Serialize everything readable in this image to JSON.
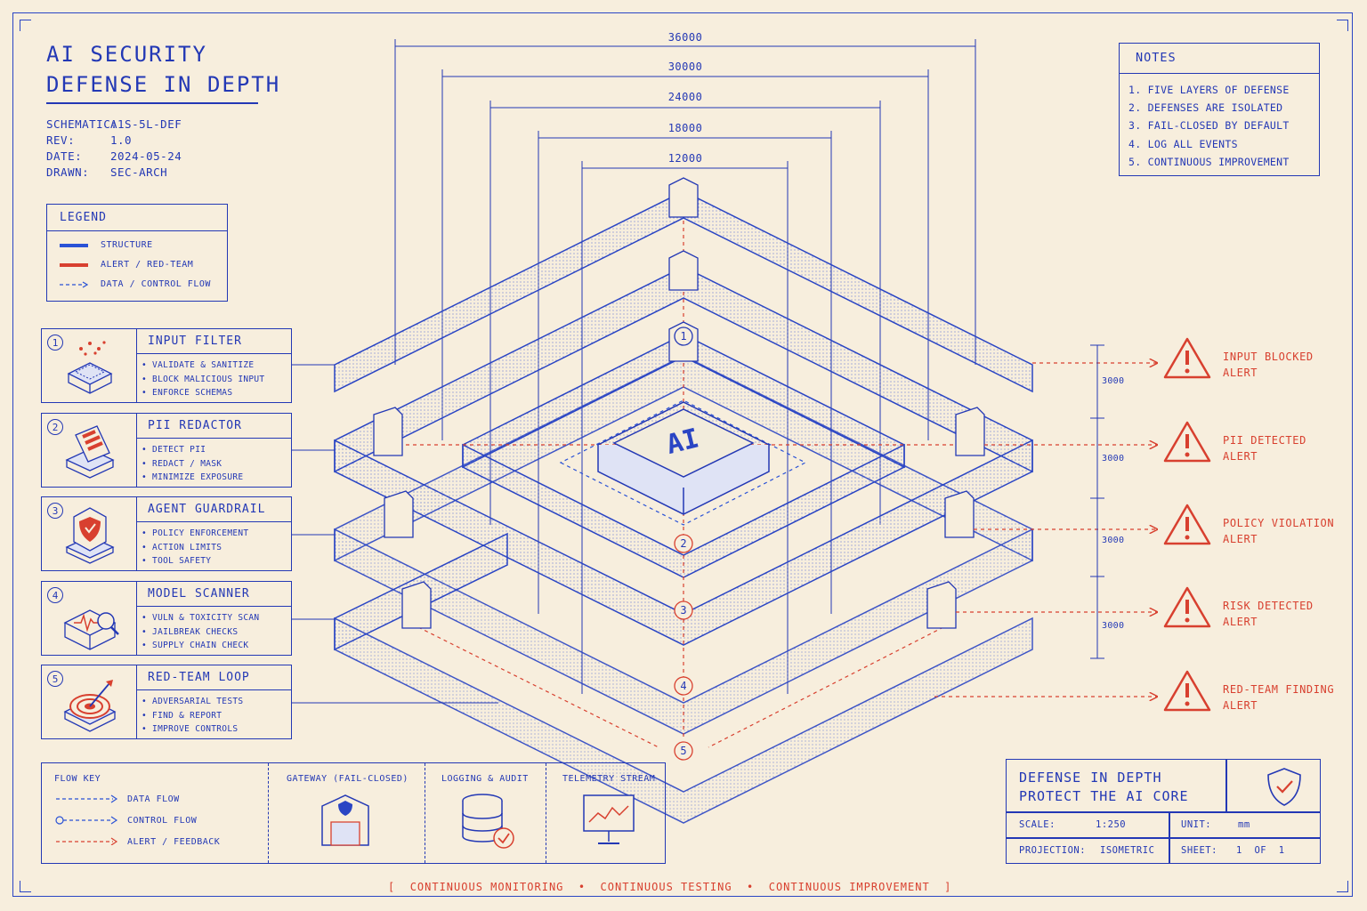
{
  "title": {
    "line1": "AI SECURITY",
    "line2": "DEFENSE IN DEPTH"
  },
  "meta": [
    {
      "key": "SCHEMATIC:",
      "value": "A1S-5L-DEF"
    },
    {
      "key": "REV:",
      "value": "1.0"
    },
    {
      "key": "DATE:",
      "value": "2024-05-24"
    },
    {
      "key": "DRAWN:",
      "value": "SEC-ARCH"
    }
  ],
  "legend": {
    "heading": "LEGEND",
    "items": [
      "STRUCTURE",
      "ALERT / RED-TEAM",
      "DATA / CONTROL FLOW"
    ],
    "colors": {
      "structure": "#2a52d6",
      "alert": "#d8402f",
      "flow": "#2a52d6"
    }
  },
  "layers": [
    {
      "num": "1",
      "name": "INPUT FILTER",
      "icon": "input-filter-icon",
      "bullets": [
        "VALIDATE & SANITIZE",
        "BLOCK MALICIOUS INPUT",
        "ENFORCE SCHEMAS"
      ]
    },
    {
      "num": "2",
      "name": "PII REDACTOR",
      "icon": "pii-redactor-icon",
      "bullets": [
        "DETECT PII",
        "REDACT / MASK",
        "MINIMIZE EXPOSURE"
      ]
    },
    {
      "num": "3",
      "name": "AGENT GUARDRAIL",
      "icon": "shield-icon",
      "bullets": [
        "POLICY ENFORCEMENT",
        "ACTION LIMITS",
        "TOOL SAFETY"
      ]
    },
    {
      "num": "4",
      "name": "MODEL SCANNER",
      "icon": "scanner-icon",
      "bullets": [
        "VULN & TOXICITY SCAN",
        "JAILBREAK CHECKS",
        "SUPPLY CHAIN CHECK"
      ]
    },
    {
      "num": "5",
      "name": "RED-TEAM LOOP",
      "icon": "target-icon",
      "bullets": [
        "ADVERSARIAL TESTS",
        "FIND & REPORT",
        "IMPROVE CONTROLS"
      ]
    }
  ],
  "notes": {
    "heading": "NOTES",
    "items": [
      "1. FIVE LAYERS OF DEFENSE",
      "2. DEFENSES ARE ISOLATED",
      "3. FAIL-CLOSED BY DEFAULT",
      "4. LOG ALL EVENTS",
      "5. CONTINUOUS IMPROVEMENT"
    ]
  },
  "dimensions": {
    "widths": [
      "36000",
      "30000",
      "24000",
      "18000",
      "12000"
    ],
    "heights": [
      "3000",
      "3000",
      "3000",
      "3000"
    ]
  },
  "core_label": "AI",
  "layer_markers": [
    "1",
    "2",
    "3",
    "4",
    "5"
  ],
  "alerts": [
    {
      "line1": "INPUT BLOCKED",
      "line2": "ALERT"
    },
    {
      "line1": "PII DETECTED",
      "line2": "ALERT"
    },
    {
      "line1": "POLICY VIOLATION",
      "line2": "ALERT"
    },
    {
      "line1": "RISK DETECTED",
      "line2": "ALERT"
    },
    {
      "line1": "RED-TEAM FINDING",
      "line2": "ALERT"
    }
  ],
  "flow_key": {
    "heading": "FLOW KEY",
    "items": [
      "DATA FLOW",
      "CONTROL FLOW",
      "ALERT / FEEDBACK"
    ],
    "columns": [
      {
        "label": "GATEWAY (FAIL-CLOSED)",
        "icon": "gateway-icon"
      },
      {
        "label": "LOGGING & AUDIT",
        "icon": "database-icon"
      },
      {
        "label": "TELEMETRY STREAM",
        "icon": "monitor-icon"
      }
    ]
  },
  "title_block": {
    "line1": "DEFENSE IN DEPTH",
    "line2": "PROTECT THE AI CORE",
    "scale_label": "SCALE:",
    "scale_value": "1:250",
    "unit_label": "UNIT:",
    "unit_value": "mm",
    "projection_label": "PROJECTION:",
    "projection_value": "ISOMETRIC",
    "sheet_label": "SHEET:",
    "sheet_value": "1  OF  1"
  },
  "footer": {
    "open": "[",
    "items": [
      "CONTINUOUS MONITORING",
      "CONTINUOUS TESTING",
      "CONTINUOUS IMPROVEMENT"
    ],
    "sep": "•",
    "close": "]"
  }
}
